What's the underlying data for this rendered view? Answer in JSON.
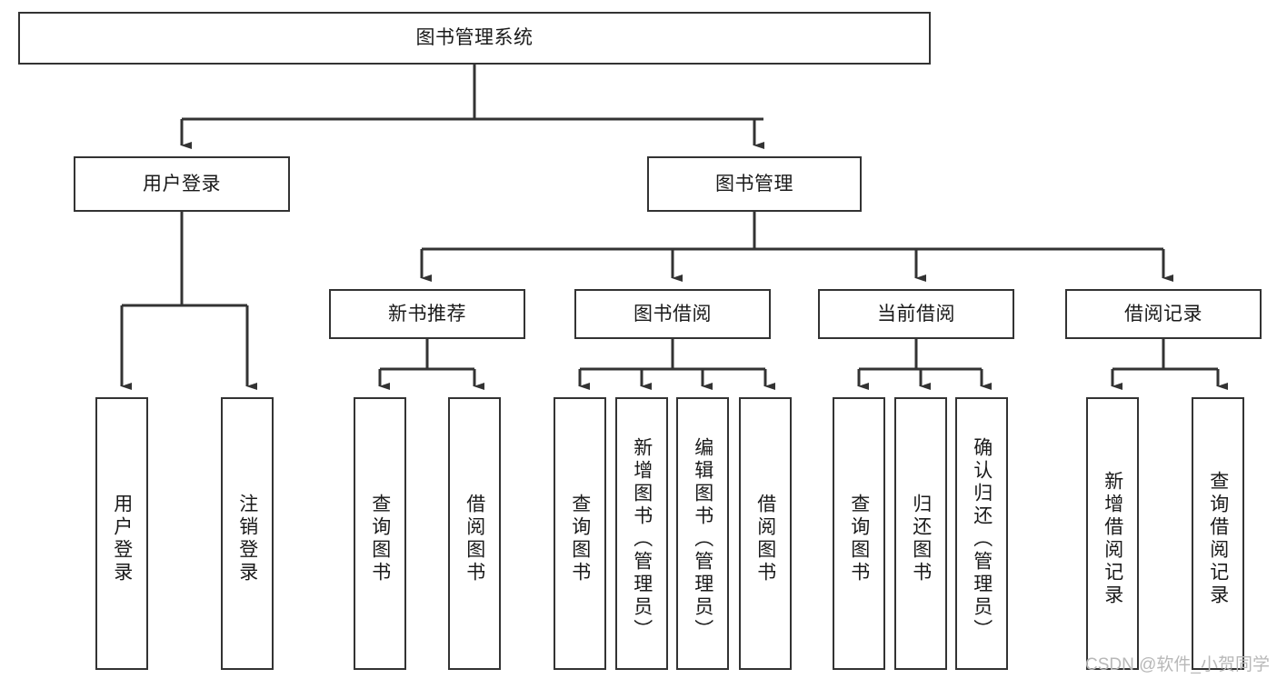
{
  "diagram": {
    "type": "tree-hierarchy-flowchart",
    "title": "图书管理系统",
    "root": {
      "id": "root",
      "label": "图书管理系统",
      "orientation": "horizontal"
    },
    "level1": [
      {
        "id": "user-login",
        "label": "用户登录",
        "orientation": "horizontal"
      },
      {
        "id": "book-manage",
        "label": "图书管理",
        "orientation": "horizontal"
      }
    ],
    "level2": [
      {
        "id": "new-book-rec",
        "label": "新书推荐",
        "orientation": "horizontal",
        "parent": "book-manage"
      },
      {
        "id": "book-borrow",
        "label": "图书借阅",
        "orientation": "horizontal",
        "parent": "book-manage"
      },
      {
        "id": "current-borrow",
        "label": "当前借阅",
        "orientation": "horizontal",
        "parent": "book-manage"
      },
      {
        "id": "borrow-record",
        "label": "借阅记录",
        "orientation": "horizontal",
        "parent": "book-manage"
      }
    ],
    "leaves": [
      {
        "id": "leaf-user-login",
        "label": "用户登录",
        "parent": "user-login",
        "orientation": "vertical"
      },
      {
        "id": "leaf-logout",
        "label": "注销登录",
        "parent": "user-login",
        "orientation": "vertical"
      },
      {
        "id": "leaf-query-book-1",
        "label": "查询图书",
        "parent": "new-book-rec",
        "orientation": "vertical"
      },
      {
        "id": "leaf-borrow-book-1",
        "label": "借阅图书",
        "parent": "new-book-rec",
        "orientation": "vertical"
      },
      {
        "id": "leaf-query-book-2",
        "label": "查询图书",
        "parent": "book-borrow",
        "orientation": "vertical"
      },
      {
        "id": "leaf-add-book",
        "label": "新增图书（管理员）",
        "parent": "book-borrow",
        "orientation": "vertical"
      },
      {
        "id": "leaf-edit-book",
        "label": "编辑图书（管理员）",
        "parent": "book-borrow",
        "orientation": "vertical"
      },
      {
        "id": "leaf-borrow-book-2",
        "label": "借阅图书",
        "parent": "book-borrow",
        "orientation": "vertical"
      },
      {
        "id": "leaf-query-book-3",
        "label": "查询图书",
        "parent": "current-borrow",
        "orientation": "vertical"
      },
      {
        "id": "leaf-return-book",
        "label": "归还图书",
        "parent": "current-borrow",
        "orientation": "vertical"
      },
      {
        "id": "leaf-confirm-return",
        "label": "确认归还（管理员）",
        "parent": "current-borrow",
        "orientation": "vertical"
      },
      {
        "id": "leaf-add-record",
        "label": "新增借阅记录",
        "parent": "borrow-record",
        "orientation": "vertical"
      },
      {
        "id": "leaf-query-record",
        "label": "查询借阅记录",
        "parent": "borrow-record",
        "orientation": "vertical"
      }
    ],
    "colors": {
      "box_border": "#333333",
      "box_fill": "#ffffff",
      "connector": "#333333",
      "text": "#1a1a1a",
      "watermark": "#b8b8b8",
      "background": "#ffffff"
    }
  },
  "watermark": {
    "text": "CSDN @软件_小贺同学"
  }
}
